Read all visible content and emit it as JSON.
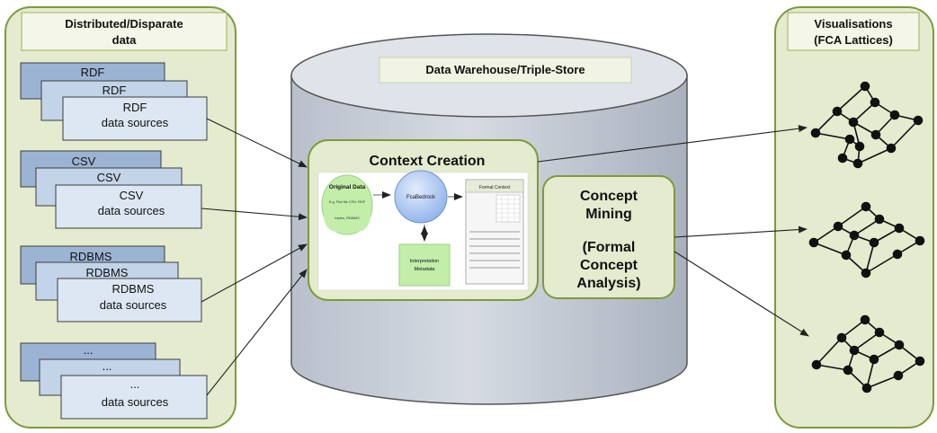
{
  "left_panel": {
    "title_line1": "Distributed/Disparate",
    "title_line2": "data",
    "groups": [
      {
        "back": "RDF",
        "middle": "RDF",
        "front_line1": "RDF",
        "front_line2": "data sources"
      },
      {
        "back": "CSV",
        "middle": "CSV",
        "front_line1": "CSV",
        "front_line2": "data sources"
      },
      {
        "back": "RDBMS",
        "middle": "RDBMS",
        "front_line1": "RDBMS",
        "front_line2": "data sources"
      },
      {
        "back": "...",
        "middle": "...",
        "front_line1": "...",
        "front_line2": "data sources"
      }
    ]
  },
  "warehouse": {
    "title": "Data Warehouse/Triple-Store",
    "context_creation": {
      "title": "Context Creation",
      "original_data": {
        "title": "Original Data",
        "line1": "E.g. Flat file CSV, RDF",
        "line2": "triples, RDBMS"
      },
      "fcabedrock": "FcaBedrock",
      "formal_context": "Formal Context",
      "interpretation_line1": "Interpretation",
      "interpretation_line2": "Metadata"
    },
    "concept_mining": {
      "line1": "Concept",
      "line2": "Mining",
      "line3": "(Formal",
      "line4": "Concept",
      "line5": "Analysis)"
    }
  },
  "right_panel": {
    "title_line1": "Visualisations",
    "title_line2": "(FCA Lattices)"
  },
  "colors": {
    "panel_fill": "#e4ebce",
    "panel_stroke": "#7e9a3c",
    "title_box_fill": "#f3f6e8",
    "back_box": "#9cb4d4",
    "middle_box": "#c3d3e8",
    "front_box": "#dde7f3",
    "box_stroke": "#3c3c3c",
    "cylinder_fill": "#cbd1db",
    "cylinder_top": "#dfe3ea",
    "node": "#111111"
  }
}
